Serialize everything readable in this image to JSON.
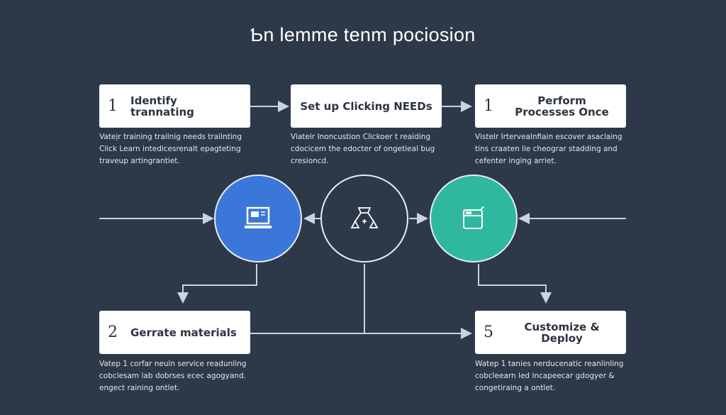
{
  "title": "Ƅn lemme tenm pociosion",
  "steps": [
    {
      "num": "1",
      "label": "Identify trannating",
      "desc": "Vateịr training trailnig needs trailnting Click Learn intedicesrenalt epagteting traveup artingrantiet."
    },
    {
      "num": "",
      "label": "Set up Clicking NEEDs",
      "desc": "Viateir Inoncustion Clickoer t reaiding cdocicem the edocter of ongetieal bug cresioncd."
    },
    {
      "num": "1",
      "label": "Perform Processes Once",
      "desc": "Vistelr Irtervealnfiain escover asaclaing tins craaten lie cheograr stadding and cefenter inging arriet."
    },
    {
      "num": "2",
      "label": "Gerrate materials",
      "desc": "Vatep 1 corfar neuln service readunling cobclesam lab dobrses ecec agogyand. engect raining ontlet."
    },
    {
      "num": "5",
      "label": "Customize & Deploy",
      "desc": "Watep 1 tanies nerducenatic reanlinling cobcleearn led incapeecar gdogyer & congetiraing a ontlet."
    }
  ],
  "nodes": [
    {
      "icon": "laptop-icon",
      "color": "#3b77d8"
    },
    {
      "icon": "flow-icon",
      "color": "#2d3848"
    },
    {
      "icon": "window-icon",
      "color": "#2fb8a0"
    }
  ]
}
